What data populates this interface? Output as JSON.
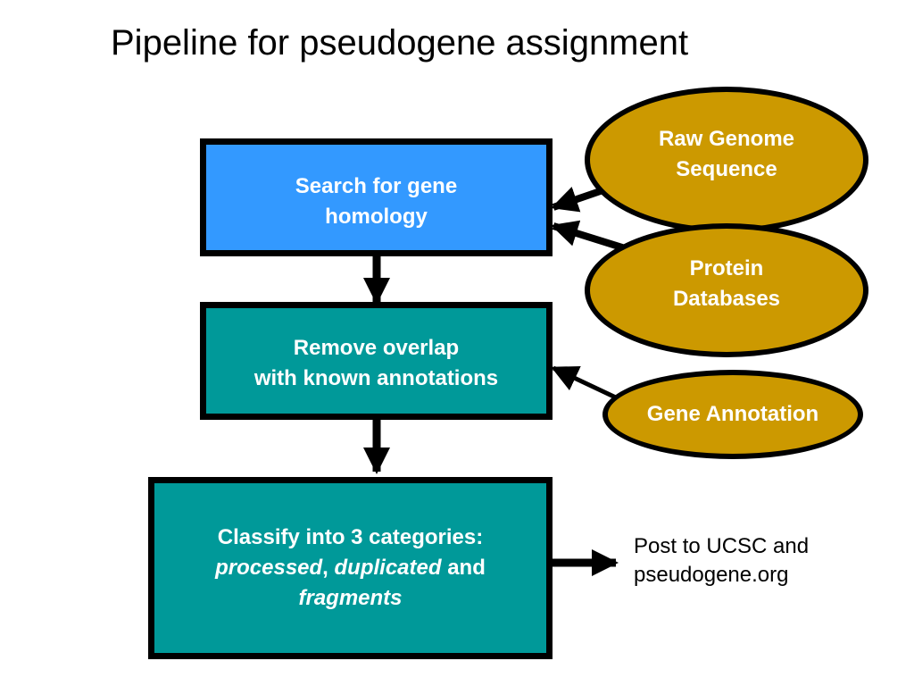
{
  "title": "Pipeline for pseudogene assignment",
  "nodes": {
    "search": {
      "line1": "Search for gene",
      "line2": "homology"
    },
    "remove": {
      "line1": "Remove overlap",
      "line2": "with known annotations"
    },
    "classify": {
      "line1": "Classify into 3 categories:",
      "processed": "processed",
      "comma": ",",
      "duplicated": "duplicated",
      "and": "and",
      "fragments": "fragments"
    }
  },
  "sources": {
    "raw_genome": {
      "line1": "Raw Genome",
      "line2": "Sequence"
    },
    "protein_db": {
      "line1": "Protein",
      "line2": "Databases"
    },
    "gene_annotation": {
      "line1": "Gene Annotation"
    }
  },
  "output": {
    "line1": "Post to UCSC and",
    "line2": "pseudogene.org"
  },
  "colors": {
    "search_box": "#3399ff",
    "process_box": "#009999",
    "source_ellipse": "#cc9900",
    "border": "#000000"
  }
}
